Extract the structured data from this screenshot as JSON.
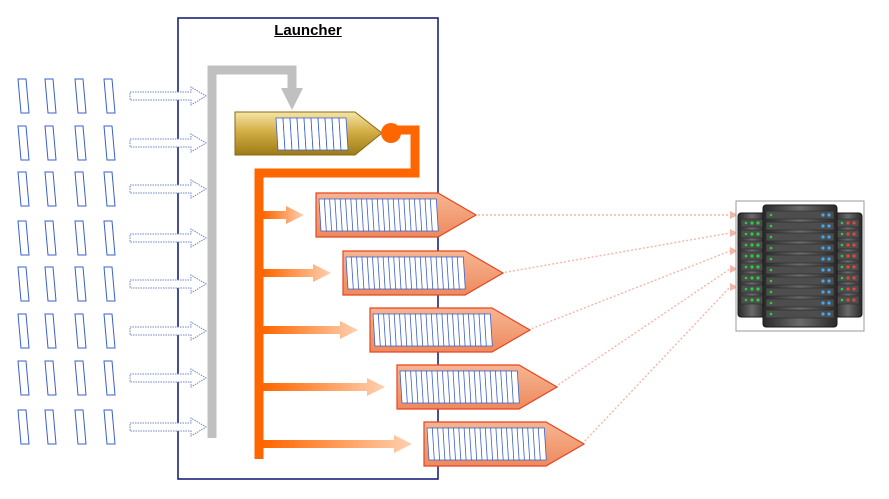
{
  "launcher": {
    "title": "Launcher"
  },
  "diagram": {
    "input_rows": 8,
    "input_columns": 4,
    "output_pipelines": 5,
    "colors": {
      "launcher_border": "#1a237e",
      "input_doc": "#3a5fcd",
      "input_arrow": "#6f86c9",
      "gray_feed": "#c0c0c0",
      "gold_queue": "#c9a227",
      "orange": "#ff6600",
      "pipeline_fill": "#f4a582",
      "pipeline_border": "#e8451e",
      "server": "#3b3b3b",
      "server_led_green": "#2ecc40",
      "server_led_blue": "#3fa9f5",
      "server_led_red": "#e0483e"
    },
    "icons": [
      "document-icon",
      "arrow-icon",
      "queue-icon",
      "pipeline-icon",
      "server-rack-icon"
    ]
  }
}
